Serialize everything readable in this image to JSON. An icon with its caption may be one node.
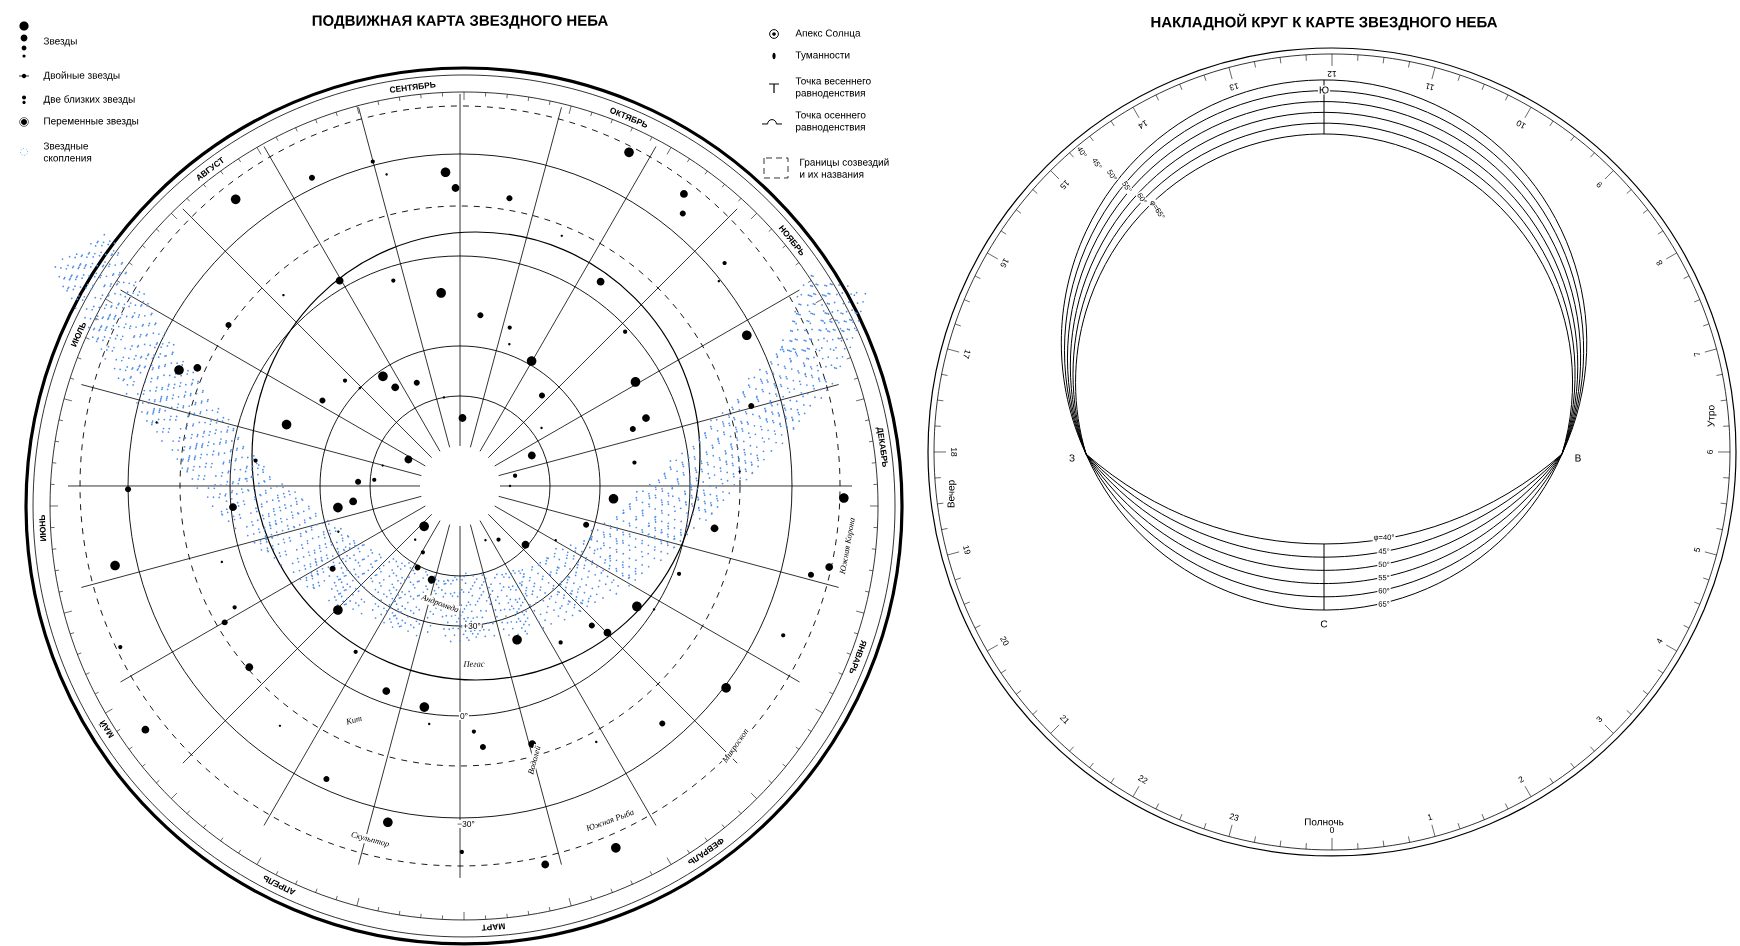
{
  "diagram": {
    "title": "ПОДВИЖНАЯ КАРТА ЗВЕЗДНОГО НЕБА",
    "labels": [
      "НАКЛАДНОЙ КРУГ К КАРТЕ ЗВЕЗДНОГО НЕБА",
      "СЕНТЯБРЬ",
      "ОКТЯБРЬ",
      "НОЯБРЬ",
      "ДЕКАБРЬ",
      "ЯНВАРЬ",
      "ФЕВРАЛЬ",
      "МАРТ",
      "АПРЕЛЬ",
      "МАЙ",
      "ИЮНЬ",
      "ИЮЛЬ",
      "АВГУСТ",
      "+30°",
      "0°",
      "−30°",
      "Пегас",
      "Кит",
      "Водолей",
      "Скульптор",
      "Южная Рыба",
      "Микроскоп",
      "Южная Корона",
      "Андромеда",
      "0",
      "1",
      "2",
      "3",
      "4",
      "5",
      "6",
      "7",
      "8",
      "9",
      "10",
      "11",
      "12",
      "13",
      "14",
      "15",
      "16",
      "17",
      "18",
      "19",
      "20",
      "21",
      "22",
      "23",
      "Ю",
      "З",
      "В",
      "С",
      "Вечер",
      "Утро",
      "Полночь",
      "φ=40°",
      "45°",
      "50°",
      "55°",
      "60°",
      "65°",
      "40°",
      "45°",
      "50°",
      "55°",
      "60°",
      "φ=65°"
    ],
    "legend": [
      {
        "text": "Звезды"
      },
      {
        "text": "Двойные звезды"
      },
      {
        "text": "Две близких звезды"
      },
      {
        "text": "Переменные звезды"
      },
      {
        "text": "Звездные скопления"
      },
      {
        "text": "Апекс Солнца"
      },
      {
        "text": "Туманности"
      },
      {
        "text": "Точка весеннего равноденствия"
      },
      {
        "text": "Точка осеннего равноденствия"
      },
      {
        "text": "Границы созвездий и их названия"
      }
    ]
  }
}
